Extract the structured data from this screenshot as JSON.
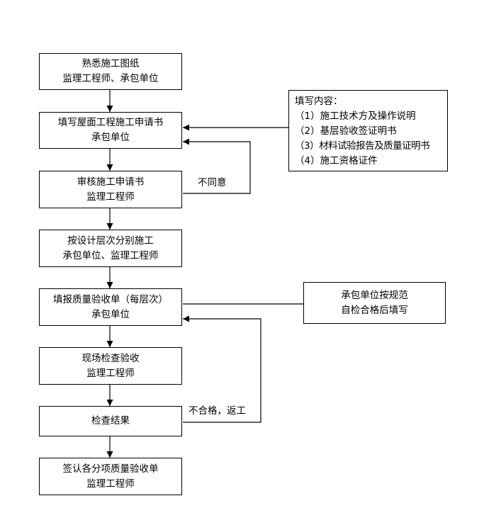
{
  "steps": [
    {
      "line1": "熟悉施工图纸",
      "line2": "监理工程师、承包单位"
    },
    {
      "line1": "填写屋面工程施工申请书",
      "line2": "承包单位"
    },
    {
      "line1": "审核施工申请书",
      "line2": "监理工程师"
    },
    {
      "line1": "按设计层次分别施工",
      "line2": "承包单位、监理工程师"
    },
    {
      "line1": "填报质量验收单（每层次）",
      "line2": "承包单位"
    },
    {
      "line1": "现场检查验收",
      "line2": "监理工程师"
    },
    {
      "line1": "检查结果",
      "line2": ""
    },
    {
      "line1": "签认各分项质量验收单",
      "line2": "监理工程师"
    }
  ],
  "fill_note": {
    "title": "填写内容：",
    "items": [
      "（1）施工技术方及操作说明",
      "（2）基层验收签证明书",
      "（3）材料试验报告及质量证明书",
      "（4）施工资格证件"
    ]
  },
  "fill_rule": {
    "line1": "承包单位按规范",
    "line2": "自检合格后填写"
  },
  "labels": {
    "disagree": "不同意",
    "rework": "不合格，返工"
  }
}
